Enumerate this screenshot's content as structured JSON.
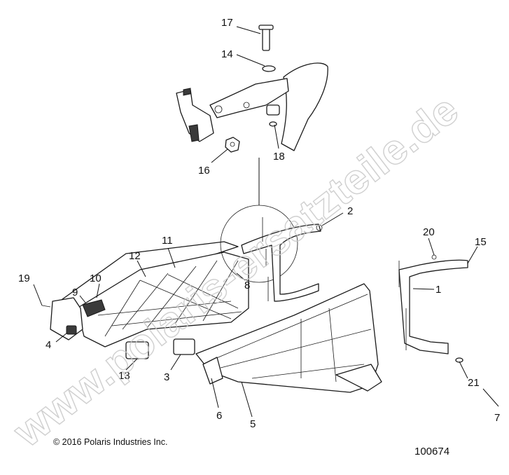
{
  "watermark_text": "www.polaris-ersatzteile.de",
  "copyright": "© 2016 Polaris Industries Inc.",
  "diagram_number": "100674",
  "callouts": [
    "17",
    "14",
    "16",
    "18",
    "2",
    "11",
    "12",
    "19",
    "10",
    "9",
    "8",
    "4",
    "13",
    "3",
    "6",
    "5",
    "7",
    "20",
    "15",
    "1",
    "21"
  ],
  "colors": {
    "line": "#1a1a1a",
    "watermark": "#c8c8c8",
    "background": "#ffffff"
  }
}
